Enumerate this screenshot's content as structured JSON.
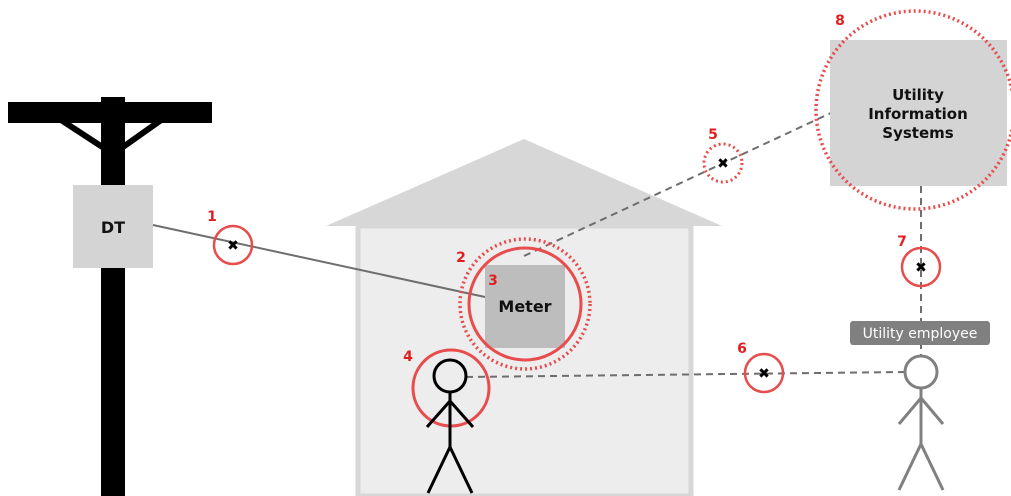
{
  "labels": {
    "dt": "DT",
    "meter": "Meter",
    "uis_line1": "Utility",
    "uis_line2": "Information",
    "uis_line3": "Systems",
    "employee": "Utility employee"
  },
  "points": [
    {
      "number": "1"
    },
    {
      "number": "2"
    },
    {
      "number": "3"
    },
    {
      "number": "4"
    },
    {
      "number": "5"
    },
    {
      "number": "6"
    },
    {
      "number": "7"
    },
    {
      "number": "8"
    }
  ],
  "colors": {
    "accent_red": "#e84c4c",
    "number_red": "#e02020",
    "box_gray": "#d4d4d4",
    "pole_black": "#000000",
    "employee_gray": "#808080",
    "link_gray": "#6e6e6e"
  }
}
